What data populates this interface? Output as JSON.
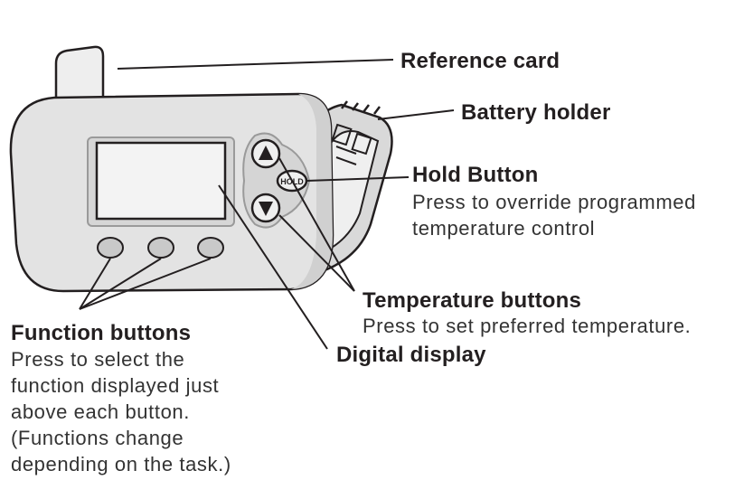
{
  "labels": {
    "reference_card": {
      "title": "Reference card"
    },
    "battery_holder": {
      "title": "Battery holder"
    },
    "hold_button": {
      "title": "Hold Button",
      "desc_lines": [
        "Press to override programmed",
        "temperature control"
      ]
    },
    "temperature_buttons": {
      "title": "Temperature buttons",
      "desc": "Press to set preferred temperature."
    },
    "digital_display": {
      "title": "Digital display"
    },
    "function_buttons": {
      "title": "Function buttons",
      "desc_lines": [
        "Press to select the",
        "function displayed just",
        "above each button.",
        "(Functions change",
        "depending on the task.)"
      ]
    }
  },
  "device": {
    "hold_key_text": "HOLD"
  },
  "colors": {
    "body_fill": "#e3e3e3",
    "screen_fill": "#f3f3f3",
    "outline": "#231f20",
    "key_fill": "#c9c9c9"
  }
}
